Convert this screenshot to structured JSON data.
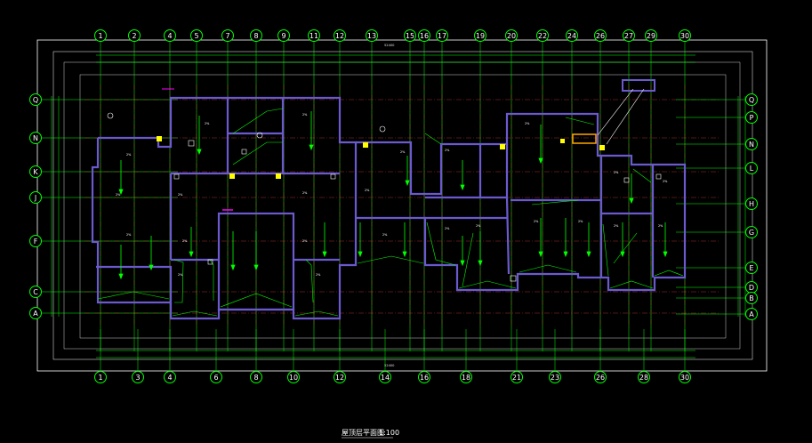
{
  "drawing": {
    "title": "屋顶层平面图",
    "scale": "1:100"
  },
  "axes": {
    "top": [
      "1",
      "2",
      "4",
      "5",
      "7",
      "8",
      "9",
      "11",
      "12",
      "13",
      "15",
      "16",
      "17",
      "19",
      "20",
      "22",
      "24",
      "26",
      "27",
      "29",
      "30"
    ],
    "bottom": [
      "1",
      "3",
      "4",
      "6",
      "8",
      "10",
      "12",
      "14",
      "16",
      "18",
      "21",
      "23",
      "26",
      "28",
      "30"
    ],
    "left": [
      "Q",
      "N",
      "K",
      "J",
      "F",
      "C",
      "A"
    ],
    "right": [
      "Q",
      "P",
      "N",
      "L",
      "H",
      "G",
      "E",
      "D",
      "B",
      "A"
    ]
  },
  "annotations": {
    "top_total_dim": "52400",
    "bottom_total_dim": "52400",
    "slope_2pct": "2%",
    "slope_i": "i=2%"
  },
  "colors": {
    "axis": "#00ff00",
    "grid_red": "#c84040",
    "wall": "#6a5acd",
    "frame": "#ffffff",
    "arrow": "#00ff00"
  }
}
